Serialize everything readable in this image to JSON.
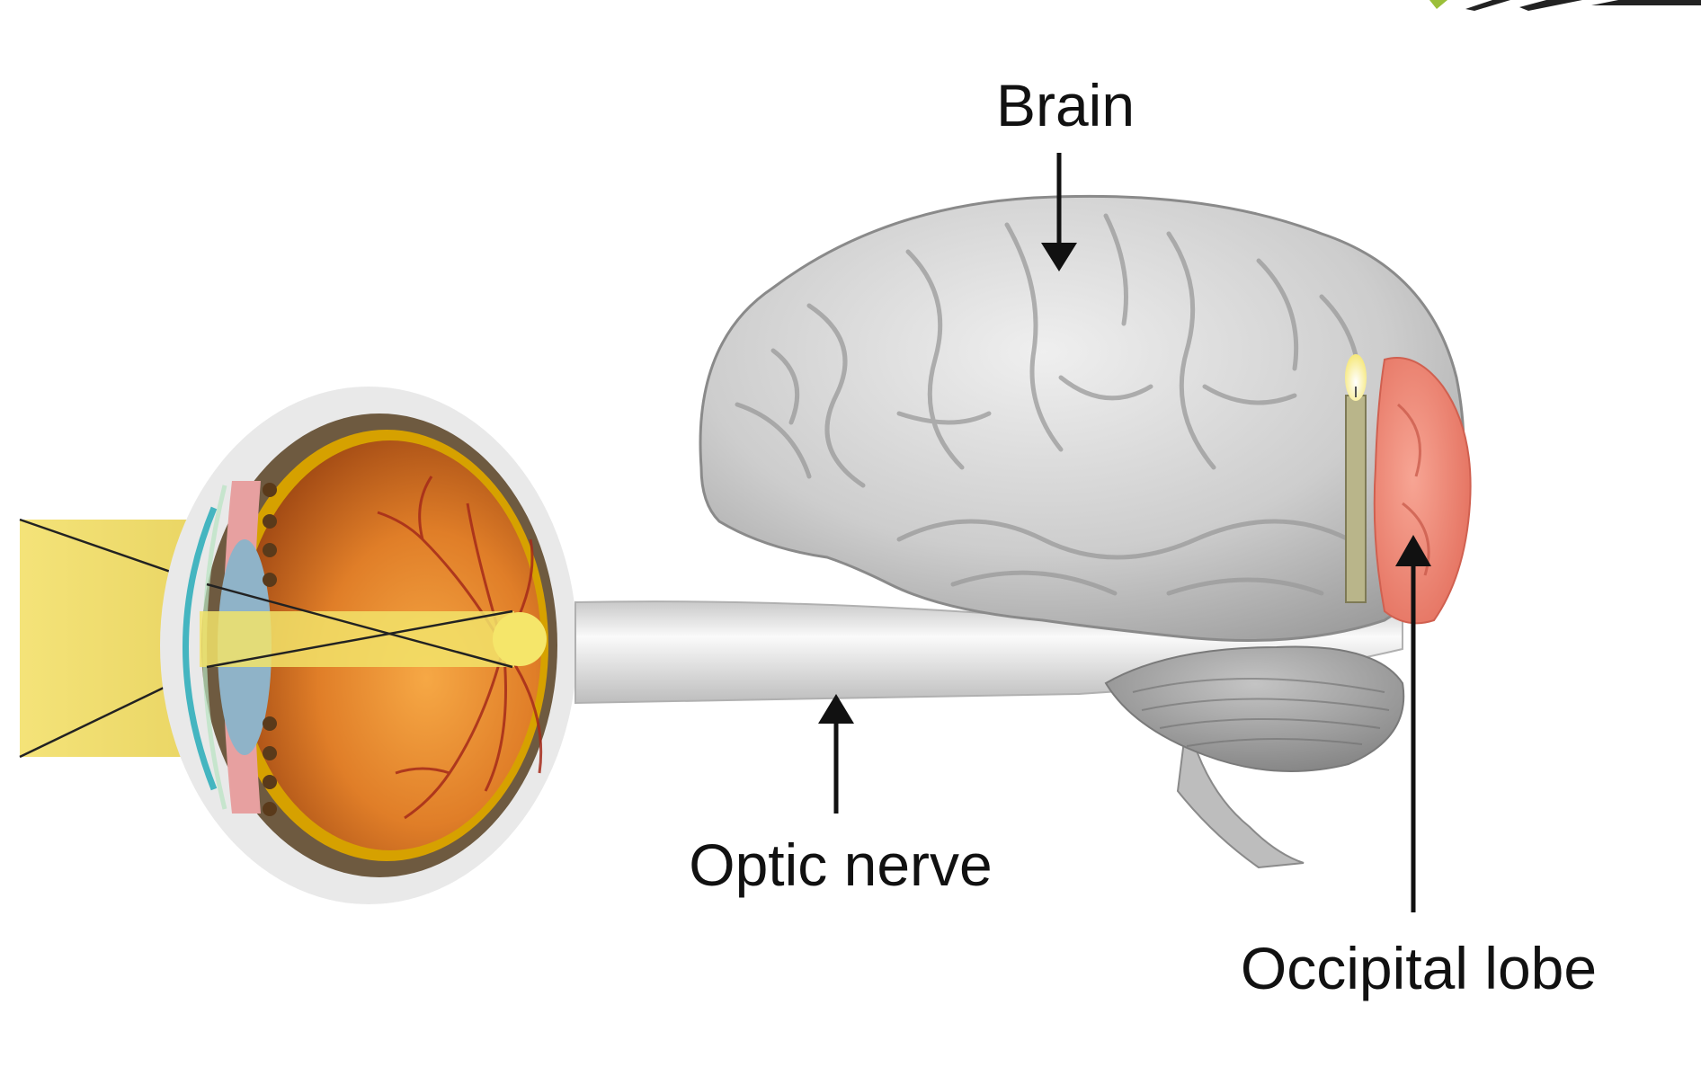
{
  "labels": {
    "brain": "Brain",
    "optic_nerve": "Optic nerve",
    "occipital_lobe": "Occipital lobe"
  },
  "colors": {
    "background": "#ffffff",
    "brain_gray": "#cfcfcf",
    "brain_outline": "#8a8a8a",
    "occipital_highlight": "#ef8a78",
    "light_beam": "#ecd95a",
    "eye_interior": "#e58a2a",
    "retina_vessels": "#a52a1a",
    "sclera": "#e7e7e7",
    "choroid": "#6e5a40",
    "lens": "#8fb3c8",
    "text": "#111111"
  },
  "icons": [
    "candle-icon",
    "logo-fragment"
  ]
}
